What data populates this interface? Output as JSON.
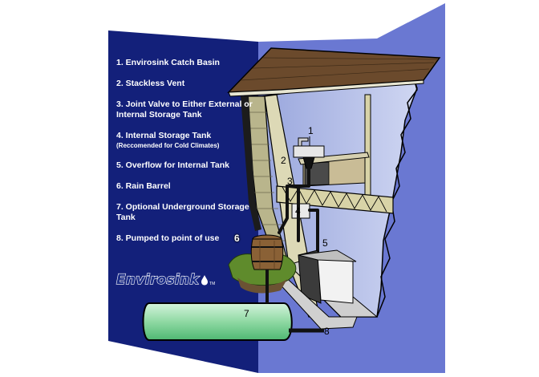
{
  "legend": {
    "items": [
      {
        "label": "1. Envirosink Catch Basin"
      },
      {
        "label": "2. Stackless Vent"
      },
      {
        "label": "3. Joint Valve to Either External or Internal Storage Tank"
      },
      {
        "label": "4. Internal Storage Tank",
        "note": "(Reccomended for Cold Climates)"
      },
      {
        "label": "5. Overflow for Internal Tank"
      },
      {
        "label": "6. Rain Barrel"
      },
      {
        "label": "7. Optional Underground Storage Tank"
      },
      {
        "label": "8. Pumped to point of use"
      }
    ]
  },
  "logo": {
    "text": "Envirosink",
    "tm": "TM"
  },
  "callouts": {
    "c1": "1",
    "c2": "2",
    "c3": "3",
    "c4": "4",
    "c5": "5",
    "c6": "6",
    "c7": "7",
    "c8": "8"
  },
  "colors": {
    "panel_dark": "#13207a",
    "panel_light": "#6a78d2",
    "roof": "#6b4a2c",
    "siding": "#b9b58c",
    "tank_green": "#8fd9a3",
    "grass": "#5f8b2c"
  }
}
